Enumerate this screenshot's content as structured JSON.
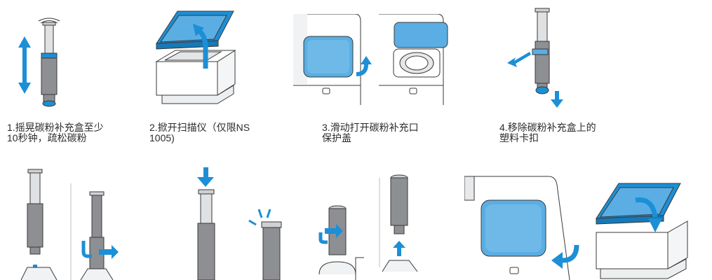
{
  "steps": [
    {
      "number": "1.",
      "text": "摇晃碳粉补充盒至少\n10秒钟，疏松碳粉"
    },
    {
      "number": "2.",
      "text": "掀开扫描仪（仅限NS\n1005)"
    },
    {
      "number": "3.",
      "text": "滑动打开碳粉补充口\n保护盖"
    },
    {
      "number": "4.",
      "text": "移除碳粉补充盒上的\n塑料卡扣"
    }
  ],
  "colors": {
    "accent_blue": "#1c8fd6",
    "lid_blue": "#5aaee3",
    "cartridge_gray": "#8d8f92",
    "outline": "#3a3a3a"
  },
  "icons": [
    "double-arrow-icon",
    "curved-arrow-icon",
    "down-arrow-icon",
    "up-arrow-icon",
    "rotate-arrow-icon",
    "click-burst-icon"
  ]
}
